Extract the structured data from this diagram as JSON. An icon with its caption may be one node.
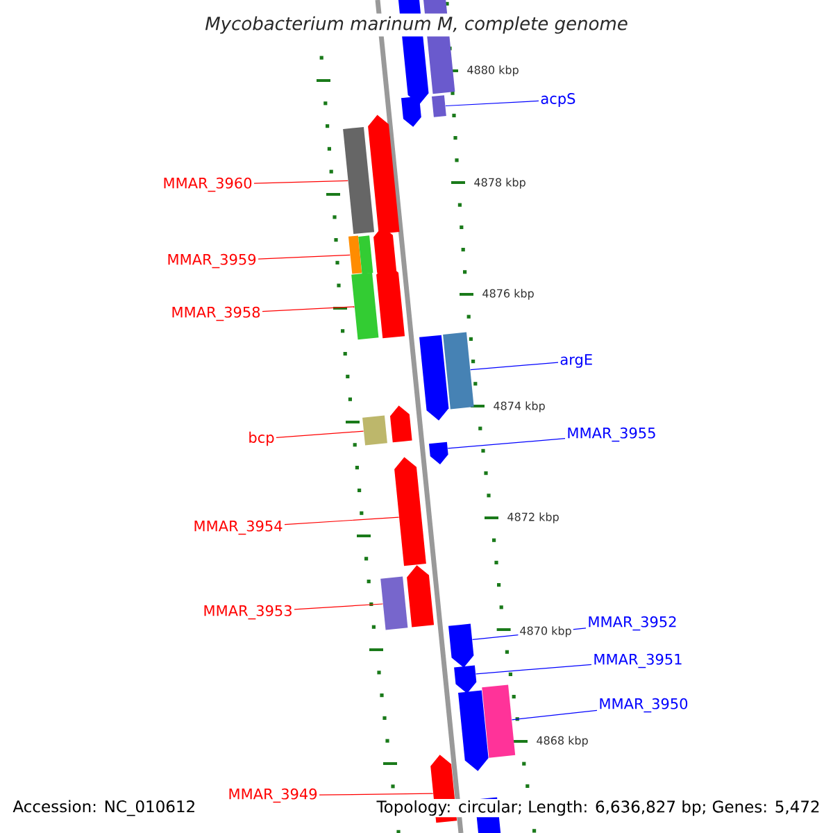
{
  "diagram": {
    "title": "Mycobacterium marinum M, complete genome",
    "nodes": [
      {
        "text": [
          "acpS"
        ]
      },
      {
        "text": [
          "MMAR_3960"
        ]
      },
      {
        "text": [
          "MMAR_3959"
        ]
      },
      {
        "text": [
          "MMAR_3958"
        ]
      },
      {
        "text": [
          "argE"
        ]
      },
      {
        "text": [
          "MMAR_3955"
        ]
      },
      {
        "text": [
          "bcp"
        ]
      },
      {
        "text": [
          "MMAR_3954"
        ]
      },
      {
        "text": [
          "MMAR_3953"
        ]
      },
      {
        "text": [
          "MMAR_3952"
        ]
      },
      {
        "text": [
          "MMAR_3951"
        ]
      },
      {
        "text": [
          "MMAR_3950"
        ]
      },
      {
        "text": [
          "MMAR_3949"
        ]
      },
      {
        "text": [],
        "shape": "bar"
      },
      {
        "text": [],
        "shape": "arrow"
      },
      {
        "text": [],
        "shape": "bar"
      },
      {
        "text": [],
        "shape": "bar"
      },
      {
        "text": [],
        "shape": "arrow"
      },
      {
        "text": [],
        "shape": "bar"
      },
      {
        "text": [],
        "shape": "arrow"
      },
      {
        "text": [],
        "shape": "bar"
      },
      {
        "text": [],
        "shape": "arrow"
      },
      {
        "text": [],
        "shape": "arrow"
      },
      {
        "text": [],
        "shape": "bar"
      },
      {
        "text": [],
        "shape": "arrow"
      },
      {
        "text": [],
        "shape": "arrow"
      },
      {
        "text": [],
        "shape": "arrow"
      },
      {
        "text": [],
        "shape": "bar"
      },
      {
        "text": [],
        "shape": "arrow"
      },
      {
        "text": [],
        "shape": "arrow"
      },
      {
        "text": [],
        "shape": "bar"
      },
      {
        "text": [],
        "shape": "arrow"
      },
      {
        "text": [],
        "shape": "arrow"
      },
      {
        "text": [],
        "shape": "arrow"
      },
      {
        "text": [],
        "shape": "arrow"
      },
      {
        "text": [],
        "shape": "bar"
      },
      {
        "text": [],
        "shape": "bar"
      },
      {
        "text": [],
        "shape": "bar"
      }
    ],
    "edges": [
      {
        "from": 0,
        "to": 37,
        "arrow": "none",
        "color": "#0000ff"
      },
      {
        "from": 1,
        "to": 13,
        "arrow": "none"
      },
      {
        "from": 2,
        "to": 15,
        "arrow": "none"
      },
      {
        "from": 3,
        "to": 18,
        "arrow": "none"
      },
      {
        "from": 4,
        "to": 30,
        "arrow": "none",
        "color": "#0000ff"
      },
      {
        "from": 5,
        "to": 31,
        "arrow": "none",
        "color": "#0000ff"
      },
      {
        "from": 6,
        "to": 20,
        "arrow": "none"
      },
      {
        "from": 7,
        "to": 22,
        "arrow": "none"
      },
      {
        "from": 8,
        "to": 23,
        "arrow": "none"
      },
      {
        "from": 9,
        "to": 32,
        "arrow": "none",
        "color": "#0000ff"
      },
      {
        "from": 10,
        "to": 33,
        "arrow": "none",
        "color": "#0000ff"
      },
      {
        "from": 11,
        "to": 35,
        "arrow": "none",
        "color": "#0000ff"
      },
      {
        "from": 12,
        "to": 25,
        "arrow": "none"
      }
    ],
    "labels": [
      "4880 kbp",
      "4878 kbp",
      "4876 kbp",
      "4874 kbp",
      "4872 kbp",
      "4870 kbp",
      "4868 kbp",
      "Accession: NC_010612",
      "Topology: circular; Length: 6,636,827 bp; Genes: 5,472"
    ]
  }
}
